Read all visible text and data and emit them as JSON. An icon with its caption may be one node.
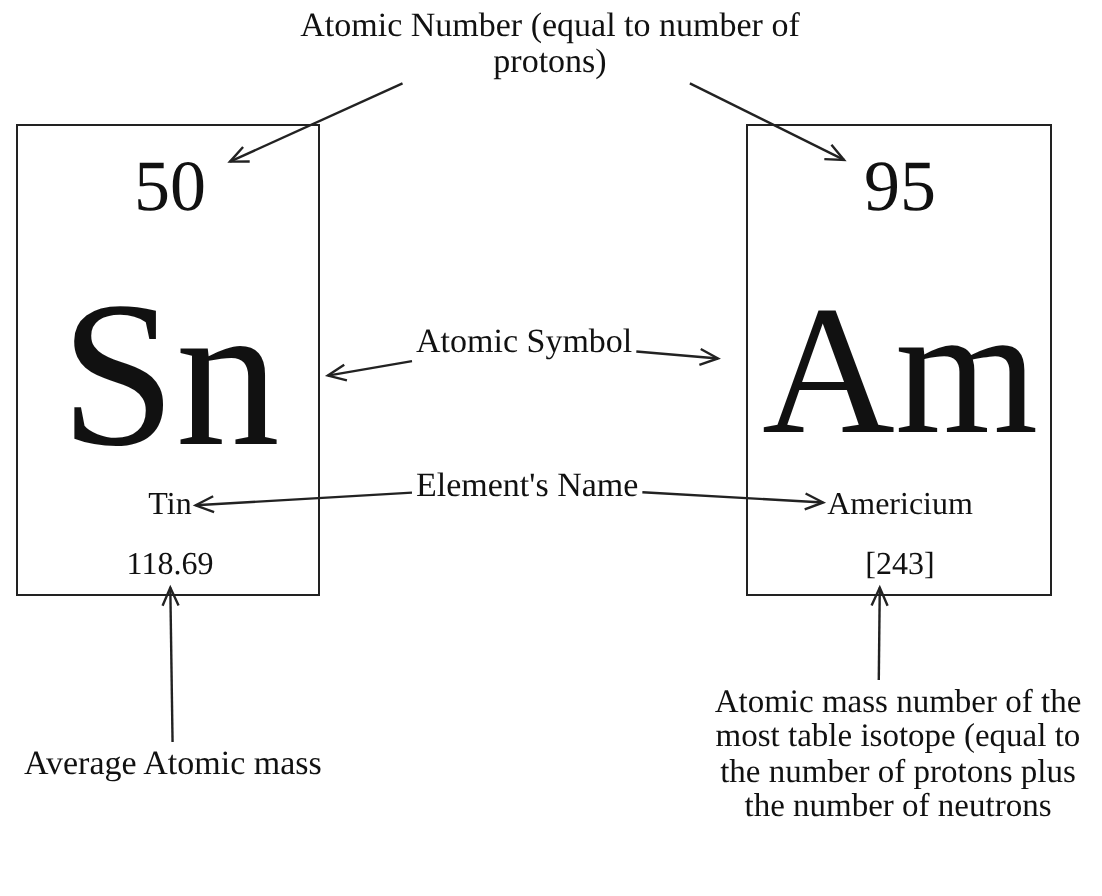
{
  "diagram": {
    "nodes": [
      {
        "text": [
          "Atomic Number (equal to number of protons)"
        ]
      },
      {
        "text": [],
        "shape": "box"
      },
      {
        "text": [
          "50"
        ],
        "in": 1
      },
      {
        "text": [
          "Sn"
        ],
        "in": 1
      },
      {
        "text": [
          "Tin"
        ],
        "in": 1
      },
      {
        "text": [
          "118.69"
        ],
        "in": 1
      },
      {
        "text": [],
        "shape": "box"
      },
      {
        "text": [
          "95"
        ],
        "in": 6
      },
      {
        "text": [
          "Am"
        ],
        "in": 6
      },
      {
        "text": [
          "Americium"
        ],
        "in": 6
      },
      {
        "text": [
          "[243]"
        ],
        "in": 6
      },
      {
        "text": [
          "Atomic Symbol"
        ]
      },
      {
        "text": [
          "Element's Name"
        ]
      },
      {
        "text": [
          "Average Atomic mass"
        ]
      },
      {
        "text": [
          "Atomic mass number of the most table isotope (equal to the number of protons plus the number of neutrons"
        ]
      }
    ],
    "edges": [
      {
        "from": 0,
        "to": 2,
        "arrow": "to"
      },
      {
        "from": 0,
        "to": 7,
        "arrow": "to"
      },
      {
        "from": 11,
        "to": 3,
        "arrow": "to"
      },
      {
        "from": 11,
        "to": 8,
        "arrow": "to"
      },
      {
        "from": 12,
        "to": 4,
        "arrow": "to"
      },
      {
        "from": 12,
        "to": 9,
        "arrow": "to"
      },
      {
        "from": 13,
        "to": 5,
        "arrow": "to"
      },
      {
        "from": 14,
        "to": 10,
        "arrow": "to"
      }
    ]
  }
}
